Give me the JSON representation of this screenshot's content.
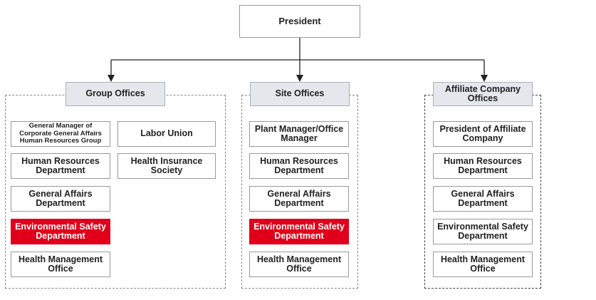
{
  "top": {
    "label": "President"
  },
  "group_offices": {
    "header": "Group Offices",
    "left_column": [
      "General Manager of Corporate General Affairs Human Resources Group",
      "Human Resources Department",
      "General Affairs Department",
      "Environmental Safety Department",
      "Health Management Office"
    ],
    "right_column": [
      "Labor Union",
      "Health Insurance Society"
    ]
  },
  "site_offices": {
    "header": "Site Offices",
    "items": [
      "Plant Manager/Office Manager",
      "Human Resources Department",
      "General Affairs Department",
      "Environmental Safety Department",
      "Health Management Office"
    ]
  },
  "affiliate_offices": {
    "header": "Affiliate Company Offices",
    "items": [
      "President of Affiliate Company",
      "Human Resources Department",
      "General Affairs Department",
      "Environmental Safety Department",
      "Health Management Office"
    ]
  },
  "colors": {
    "highlight": "#e0001b",
    "header_fill": "#e4e8ec",
    "border": "#9a9a9a",
    "connector": "#222222"
  }
}
